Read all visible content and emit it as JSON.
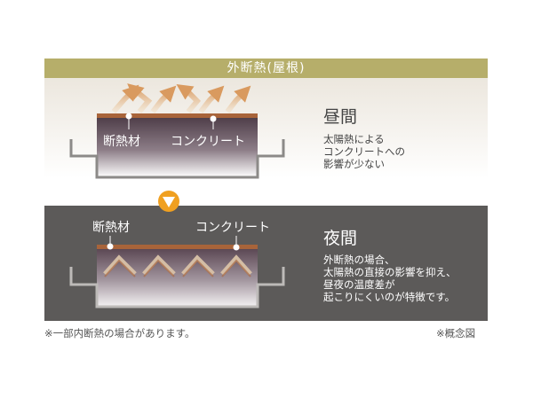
{
  "header": {
    "title": "外断熱(屋根)",
    "color": "#b6ae6a"
  },
  "day": {
    "heading": "昼間",
    "description": "太陽熱による\nコンクリートへの\n影響が少ない",
    "insulation_label": "断熱材",
    "concrete_label": "コンクリート"
  },
  "night": {
    "heading": "夜間",
    "description": "外断熱の場合、\n太陽熱の直接の影響を抑え、\n昼夜の温度差が\n起こりにくいのが特徴です。",
    "insulation_label": "断熱材",
    "concrete_label": "コンクリート",
    "panel_color": "#5c5a59"
  },
  "transition_icon": "down-triangle-icon",
  "footnote_left": "※一部内断熱の場合があります。",
  "footnote_right": "※概念図"
}
